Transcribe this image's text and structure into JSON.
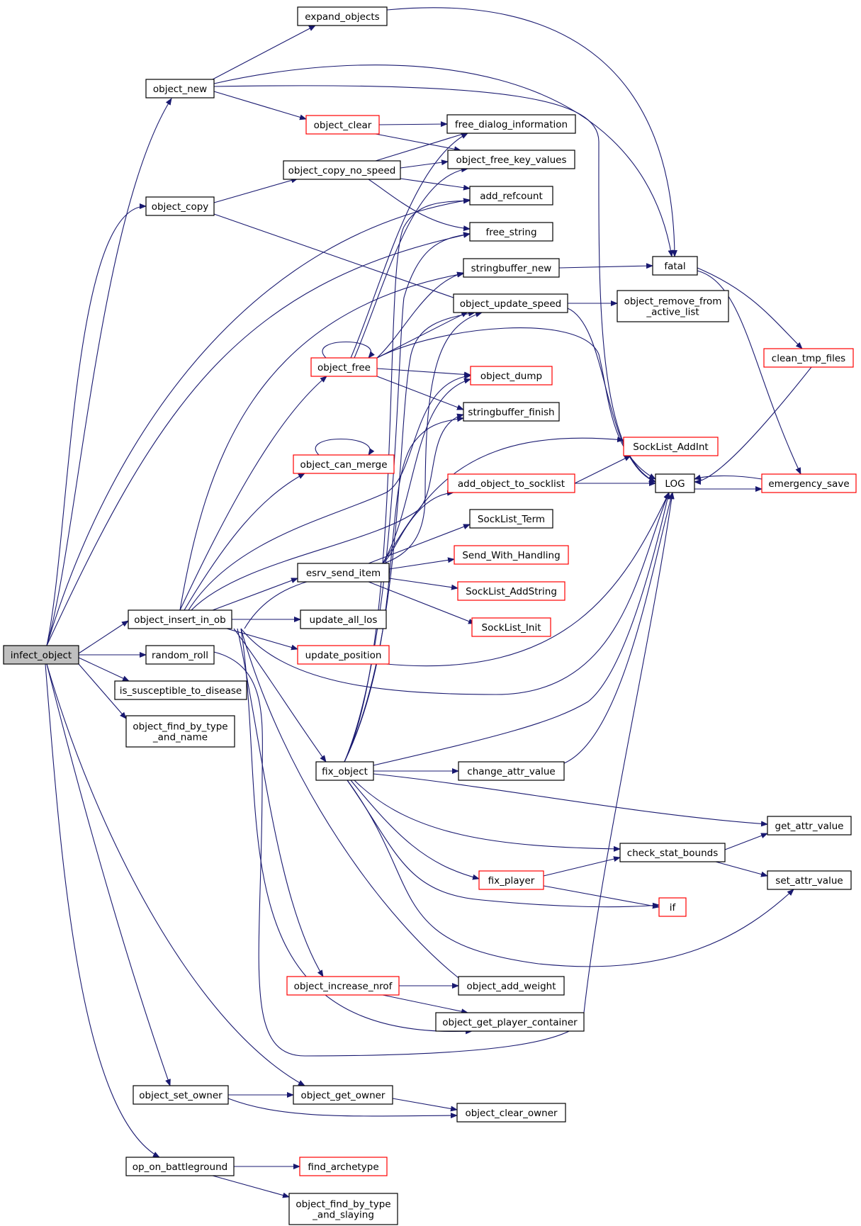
{
  "colors": {
    "edge": "#191970",
    "node_border": "#000000",
    "node_border_linked": "#ff0000",
    "root_fill": "#bfbfbf",
    "node_fill": "#ffffff"
  },
  "nodes": {
    "infect_object": {
      "lines": [
        "infect_object"
      ],
      "style": "root"
    },
    "object_new": {
      "lines": [
        "object_new"
      ],
      "style": "normal"
    },
    "object_copy": {
      "lines": [
        "object_copy"
      ],
      "style": "normal"
    },
    "object_insert_in_ob": {
      "lines": [
        "object_insert_in_ob"
      ],
      "style": "normal"
    },
    "random_roll": {
      "lines": [
        "random_roll"
      ],
      "style": "normal"
    },
    "is_susceptible_to_disease": {
      "lines": [
        "is_susceptible_to_disease"
      ],
      "style": "normal"
    },
    "object_find_by_type_and_name": {
      "lines": [
        "object_find_by_type",
        "_and_name"
      ],
      "style": "normal"
    },
    "object_set_owner": {
      "lines": [
        "object_set_owner"
      ],
      "style": "normal"
    },
    "op_on_battleground": {
      "lines": [
        "op_on_battleground"
      ],
      "style": "normal"
    },
    "expand_objects": {
      "lines": [
        "expand_objects"
      ],
      "style": "normal"
    },
    "object_clear": {
      "lines": [
        "object_clear"
      ],
      "style": "red"
    },
    "object_copy_no_speed": {
      "lines": [
        "object_copy_no_speed"
      ],
      "style": "normal"
    },
    "object_free": {
      "lines": [
        "object_free"
      ],
      "style": "red"
    },
    "object_can_merge": {
      "lines": [
        "object_can_merge"
      ],
      "style": "red"
    },
    "esrv_send_item": {
      "lines": [
        "esrv_send_item"
      ],
      "style": "normal"
    },
    "update_all_los": {
      "lines": [
        "update_all_los"
      ],
      "style": "normal"
    },
    "update_position": {
      "lines": [
        "update_position"
      ],
      "style": "red"
    },
    "fix_object": {
      "lines": [
        "fix_object"
      ],
      "style": "normal"
    },
    "object_increase_nrof": {
      "lines": [
        "object_increase_nrof"
      ],
      "style": "red"
    },
    "object_get_owner": {
      "lines": [
        "object_get_owner"
      ],
      "style": "normal"
    },
    "find_archetype": {
      "lines": [
        "find_archetype"
      ],
      "style": "red"
    },
    "object_find_by_type_and_slaying": {
      "lines": [
        "object_find_by_type",
        "_and_slaying"
      ],
      "style": "normal"
    },
    "free_dialog_information": {
      "lines": [
        "free_dialog_information"
      ],
      "style": "normal"
    },
    "object_free_key_values": {
      "lines": [
        "object_free_key_values"
      ],
      "style": "normal"
    },
    "add_refcount": {
      "lines": [
        "add_refcount"
      ],
      "style": "normal"
    },
    "free_string": {
      "lines": [
        "free_string"
      ],
      "style": "normal"
    },
    "stringbuffer_new": {
      "lines": [
        "stringbuffer_new"
      ],
      "style": "normal"
    },
    "object_update_speed": {
      "lines": [
        "object_update_speed"
      ],
      "style": "normal"
    },
    "object_dump": {
      "lines": [
        "object_dump"
      ],
      "style": "red"
    },
    "stringbuffer_finish": {
      "lines": [
        "stringbuffer_finish"
      ],
      "style": "normal"
    },
    "add_object_to_socklist": {
      "lines": [
        "add_object_to_socklist"
      ],
      "style": "red"
    },
    "SockList_Term": {
      "lines": [
        "SockList_Term"
      ],
      "style": "normal"
    },
    "Send_With_Handling": {
      "lines": [
        "Send_With_Handling"
      ],
      "style": "red"
    },
    "SockList_AddString": {
      "lines": [
        "SockList_AddString"
      ],
      "style": "red"
    },
    "SockList_Init": {
      "lines": [
        "SockList_Init"
      ],
      "style": "red"
    },
    "change_attr_value": {
      "lines": [
        "change_attr_value"
      ],
      "style": "normal"
    },
    "fix_player": {
      "lines": [
        "fix_player"
      ],
      "style": "red"
    },
    "object_add_weight": {
      "lines": [
        "object_add_weight"
      ],
      "style": "normal"
    },
    "object_get_player_container": {
      "lines": [
        "object_get_player_container"
      ],
      "style": "normal"
    },
    "object_clear_owner": {
      "lines": [
        "object_clear_owner"
      ],
      "style": "normal"
    },
    "fatal": {
      "lines": [
        "fatal"
      ],
      "style": "normal"
    },
    "object_remove_from_active_list": {
      "lines": [
        "object_remove_from",
        "_active_list"
      ],
      "style": "normal"
    },
    "SockList_AddInt": {
      "lines": [
        "SockList_AddInt"
      ],
      "style": "red"
    },
    "LOG": {
      "lines": [
        "LOG"
      ],
      "style": "normal"
    },
    "check_stat_bounds": {
      "lines": [
        "check_stat_bounds"
      ],
      "style": "normal"
    },
    "if": {
      "lines": [
        "if"
      ],
      "style": "red"
    },
    "clean_tmp_files": {
      "lines": [
        "clean_tmp_files"
      ],
      "style": "red"
    },
    "emergency_save": {
      "lines": [
        "emergency_save"
      ],
      "style": "red"
    },
    "get_attr_value": {
      "lines": [
        "get_attr_value"
      ],
      "style": "normal"
    },
    "set_attr_value": {
      "lines": [
        "set_attr_value"
      ],
      "style": "normal"
    }
  }
}
